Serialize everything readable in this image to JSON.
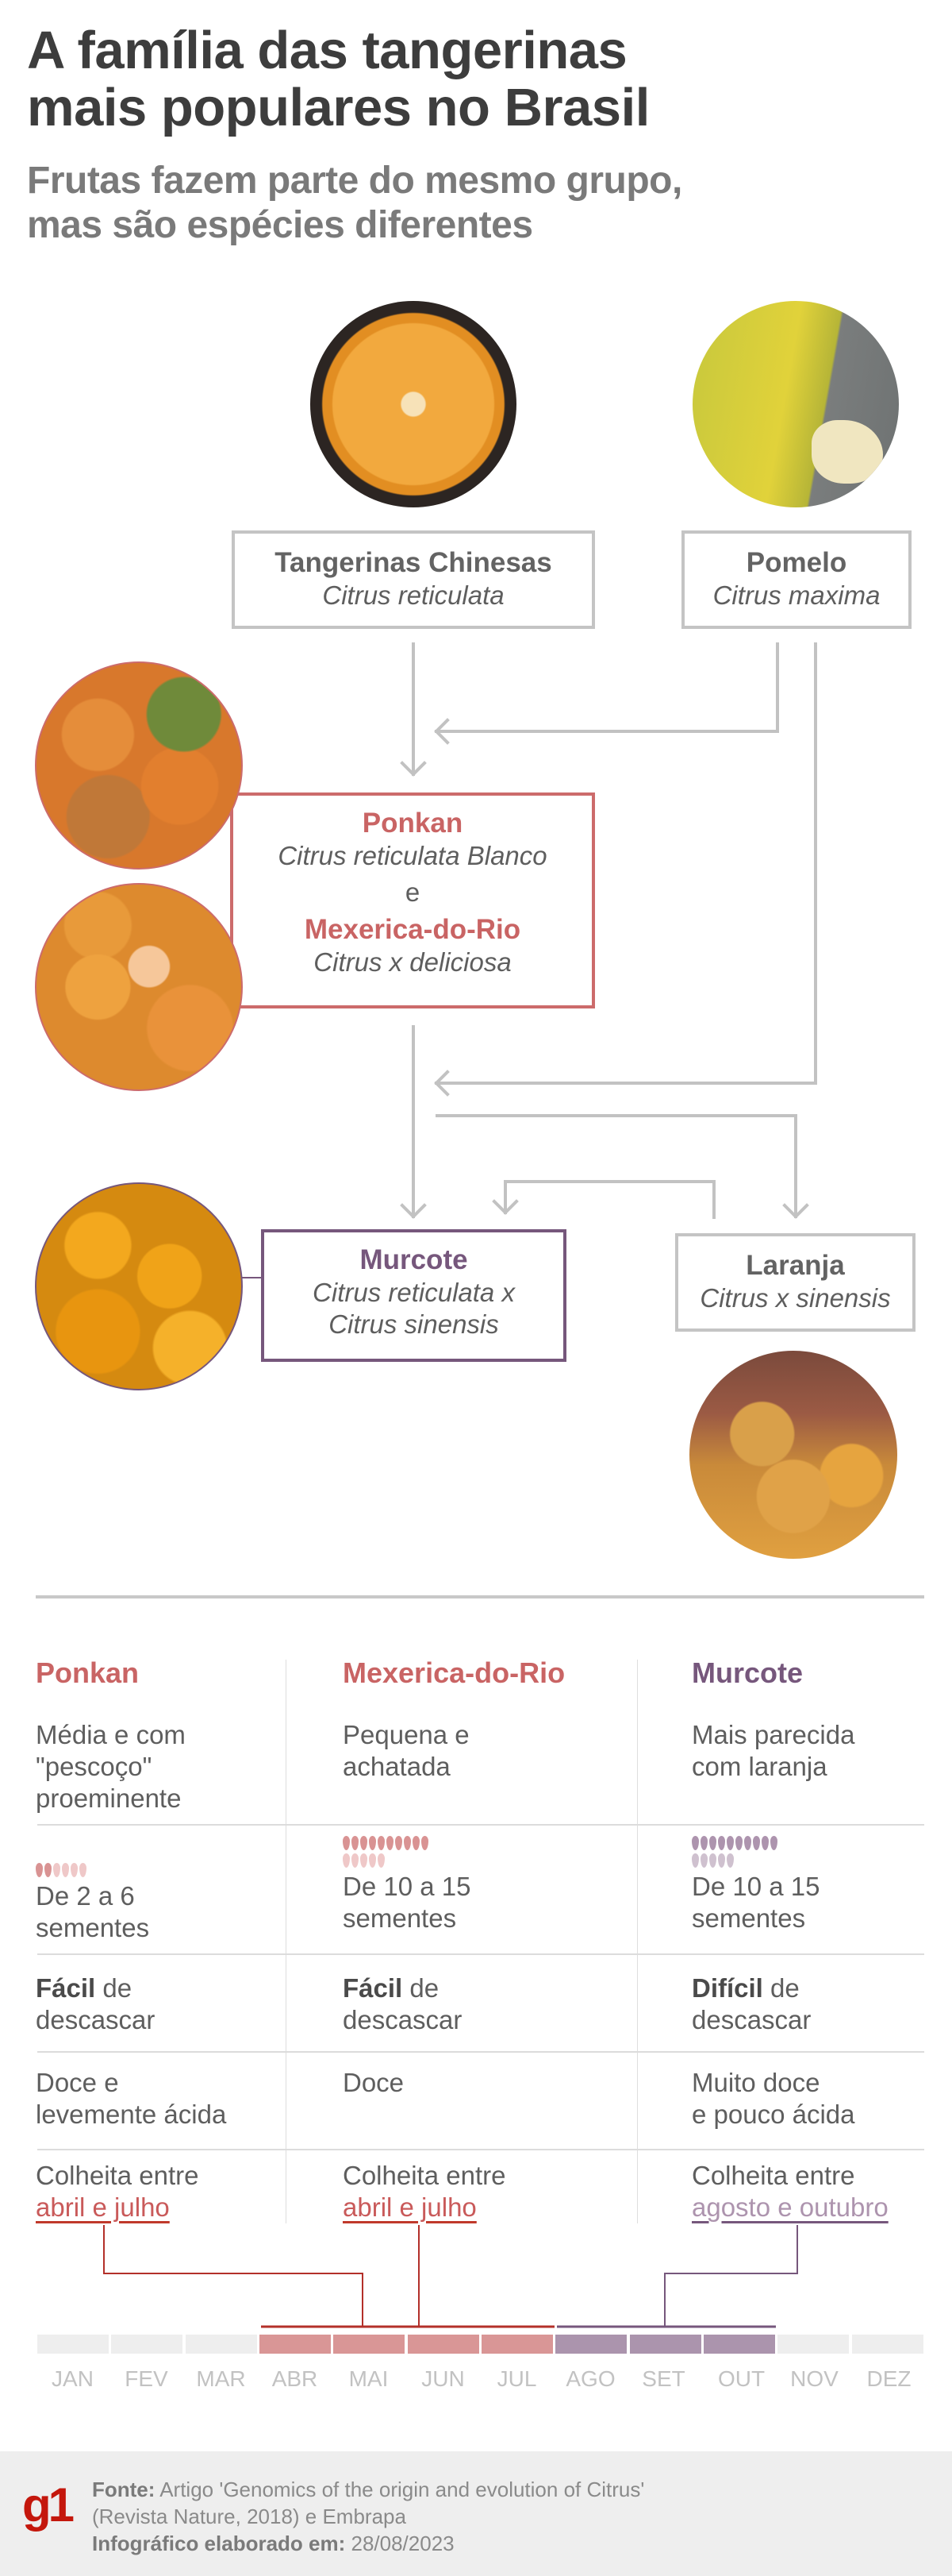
{
  "header": {
    "title_line1": "A família das tangerinas",
    "title_line2": "mais populares no Brasil",
    "subtitle_line1": "Frutas fazem parte do mesmo grupo,",
    "subtitle_line2": "mas são espécies diferentes"
  },
  "colors": {
    "ponkan": "#c96464",
    "mexerica": "#c96464",
    "murcote": "#76577c",
    "neutral_box": "#c4c4c4",
    "connector": "#c2c2c2",
    "ponkan_bar": "#d99696",
    "murcote_bar": "#ab94ad",
    "empty_bar": "#eeeeee",
    "g1_red": "#c4170c"
  },
  "tree": {
    "tangerinas": {
      "name": "Tangerinas Chinesas",
      "scientific": "Citrus reticulata",
      "image": "sliced-tangerine-photo"
    },
    "pomelo": {
      "name": "Pomelo",
      "scientific": "Citrus maxima",
      "image": "pomelo-photo"
    },
    "ponkan": {
      "name": "Ponkan",
      "scientific": "Citrus reticulata Blanco",
      "image": "ponkan-photo"
    },
    "connector_word": "e",
    "mexerica": {
      "name": "Mexerica-do-Rio",
      "scientific": "Citrus x deliciosa",
      "image": "mexerica-photo"
    },
    "murcote": {
      "name": "Murcote",
      "scientific_line1": "Citrus reticulata x",
      "scientific_line2": "Citrus sinensis",
      "image": "murcote-photo"
    },
    "laranja": {
      "name": "Laranja",
      "scientific": "Citrus x sinensis",
      "image": "orange-photo"
    }
  },
  "comparison": {
    "columns": [
      {
        "name": "Ponkan",
        "shape": [
          "Média e com",
          "\"pescoço\"",
          "proeminente"
        ],
        "seeds": {
          "dark": 2,
          "light": 4,
          "text_line1": "De 2 a 6",
          "text_line2": "sementes"
        },
        "peel_bold": "Fácil",
        "peel_rest": " de",
        "peel_line2": "descascar",
        "taste": [
          "Doce e",
          "levemente ácida"
        ],
        "harvest_label": "Colheita entre",
        "harvest_period": "abril e julho"
      },
      {
        "name": "Mexerica-do-Rio",
        "shape": [
          "Pequena e",
          "achatada"
        ],
        "seeds": {
          "dark": 10,
          "light": 5,
          "text_line1": "De 10 a 15",
          "text_line2": "sementes"
        },
        "peel_bold": "Fácil",
        "peel_rest": " de",
        "peel_line2": "descascar",
        "taste": [
          "Doce"
        ],
        "harvest_label": "Colheita entre",
        "harvest_period": "abril e julho"
      },
      {
        "name": "Murcote",
        "shape": [
          "Mais parecida",
          "com laranja"
        ],
        "seeds": {
          "dark": 10,
          "light": 5,
          "text_line1": "De 10 a 15",
          "text_line2": "sementes"
        },
        "peel_bold": "Difícil",
        "peel_rest": " de",
        "peel_line2": "descascar",
        "taste": [
          "Muito doce",
          "e pouco ácida"
        ],
        "harvest_label": "Colheita entre",
        "harvest_period": "agosto e outubro"
      }
    ]
  },
  "calendar": {
    "months": [
      "JAN",
      "FEV",
      "MAR",
      "ABR",
      "MAI",
      "JUN",
      "JUL",
      "AGO",
      "SET",
      "OUT",
      "NOV",
      "DEZ"
    ],
    "ponkan_mexerica_months": [
      "ABR",
      "MAI",
      "JUN",
      "JUL"
    ],
    "murcote_months": [
      "AGO",
      "SET",
      "OUT"
    ]
  },
  "footer": {
    "logo": "g1",
    "source_label": "Fonte:",
    "source_text": " Artigo 'Genomics of the origin and evolution of Citrus'",
    "source_text_line2": "(Revista Nature, 2018) e Embrapa",
    "date_label": "Infográfico elaborado em:",
    "date_value": " 28/08/2023"
  }
}
